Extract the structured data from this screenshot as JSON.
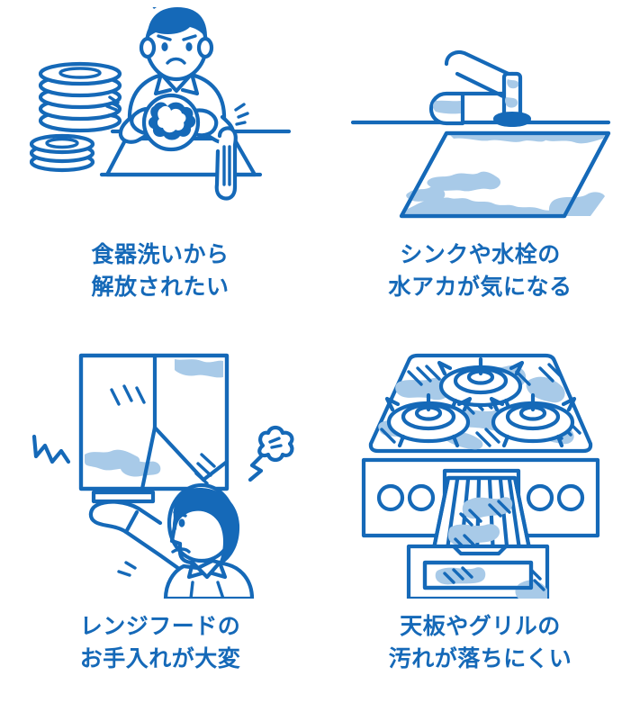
{
  "page": {
    "background_color": "#ffffff",
    "accent_color": "#1569b8",
    "stain_color": "#a8cae8",
    "layout": "2x2 grid of illustrated kitchen pain points"
  },
  "cells": [
    {
      "id": "dishwashing",
      "illustration_name": "person-washing-dishes-illustration",
      "caption_line1": "食器洗いから",
      "caption_line2": "解放されたい"
    },
    {
      "id": "sink",
      "illustration_name": "sink-and-faucet-limescale-illustration",
      "caption_line1": "シンクや水栓の",
      "caption_line2": "水アカが気になる"
    },
    {
      "id": "rangehood",
      "illustration_name": "person-cleaning-range-hood-illustration",
      "caption_line1": "レンジフードの",
      "caption_line2": "お手入れが大変"
    },
    {
      "id": "stove",
      "illustration_name": "gas-stove-and-grill-stains-illustration",
      "caption_line1": "天板やグリルの",
      "caption_line2": "汚れが落ちにくい"
    }
  ]
}
